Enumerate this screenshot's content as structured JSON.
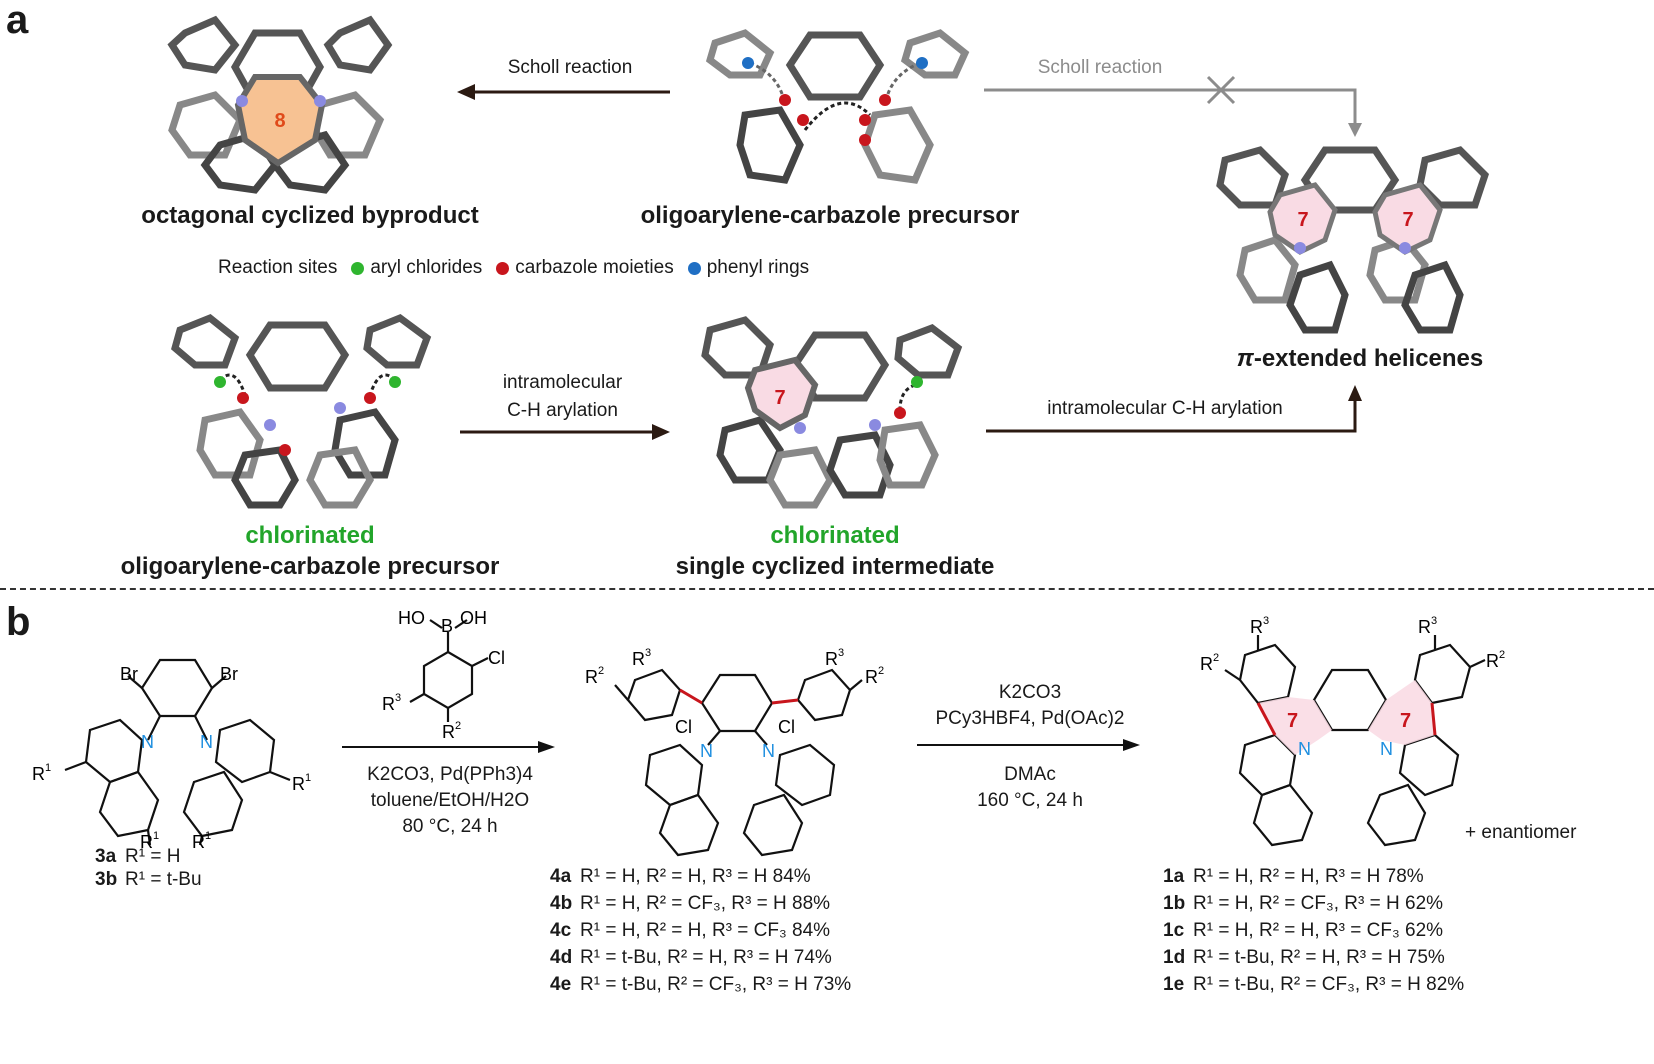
{
  "panel_a": {
    "letter": "a",
    "octagonal": {
      "ring_size": "8",
      "label": "octagonal cyclized byproduct"
    },
    "precursor": {
      "label": "oligoarylene-carbazole precursor"
    },
    "scholl_left": "Scholl reaction",
    "scholl_right": "Scholl reaction",
    "helicenes": {
      "ring_left": "7",
      "ring_right": "7",
      "label_italic": "π",
      "label_rest": "-extended helicenes"
    },
    "legend": {
      "title": "Reaction sites",
      "items": [
        {
          "label": "aryl chlorides",
          "color": "#2fb52f"
        },
        {
          "label": "carbazole moieties",
          "color": "#c8161d"
        },
        {
          "label": "phenyl rings",
          "color": "#1f6fc4"
        }
      ]
    },
    "chlorinated_precursor": {
      "line1": "chlorinated",
      "line2": "oligoarylene-carbazole precursor"
    },
    "intramolecular_1": {
      "line1": "intramolecular",
      "line2": "C-H arylation"
    },
    "intermediate": {
      "ring_size": "7",
      "line1": "chlorinated",
      "line2": "single cyclized intermediate"
    },
    "intramolecular_2": "intramolecular C-H arylation"
  },
  "panel_b": {
    "letter": "b",
    "sm": {
      "atoms": {
        "br": "Br",
        "n": "N",
        "r1": "R",
        "sup1": "1"
      },
      "entries": [
        {
          "id": "3a",
          "text": "R¹ = H"
        },
        {
          "id": "3b",
          "text": "R¹ = t-Bu"
        }
      ]
    },
    "boronic": {
      "ho": "HO",
      "b": "B",
      "oh": "OH",
      "cl": "Cl",
      "r3": "R",
      "sup3": "3",
      "r2": "R",
      "sup2": "2"
    },
    "cond1": {
      "line1": "K2CO3, Pd(PPh3)4",
      "line2": "toluene/EtOH/H2O",
      "line3": "80 °C, 24 h"
    },
    "cond2": {
      "line1": "K2CO3",
      "line2": "PCy3HBF4, Pd(OAc)2",
      "line3": "DMAc",
      "line4": "160 °C, 24 h"
    },
    "intermediate_entries": [
      {
        "id": "4a",
        "text": "R¹ = H, R² = H, R³ = H   84%"
      },
      {
        "id": "4b",
        "text": "R¹ = H, R² = CF₃, R³ = H   88%"
      },
      {
        "id": "4c",
        "text": "R¹ = H, R² = H, R³ = CF₃ 84%"
      },
      {
        "id": "4d",
        "text": "R¹ = t-Bu, R² = H, R³ = H   74%"
      },
      {
        "id": "4e",
        "text": "R¹ = t-Bu, R² = CF₃, R³ = H   73%"
      }
    ],
    "product_rings": [
      "7",
      "7"
    ],
    "enantiomer": "+ enantiomer",
    "product_entries": [
      {
        "id": "1a",
        "text": "R¹ = H, R² = H, R³ = H   78%"
      },
      {
        "id": "1b",
        "text": "R¹ = H, R² = CF₃, R³ = H   62%"
      },
      {
        "id": "1c",
        "text": "R¹ = H, R² = H, R³ = CF₃   62%"
      },
      {
        "id": "1d",
        "text": "R¹ = t-Bu, R² = H, R³ = H   75%"
      },
      {
        "id": "1e",
        "text": "R¹ = t-Bu, R² = CF₃, R³ = H   82%"
      }
    ]
  },
  "colors": {
    "n_blue": "#1f8fe0",
    "bond_red": "#c8161d",
    "ring_pink": "#f9dbe4",
    "ring8": "#f7c293",
    "green": "#22a52a"
  }
}
